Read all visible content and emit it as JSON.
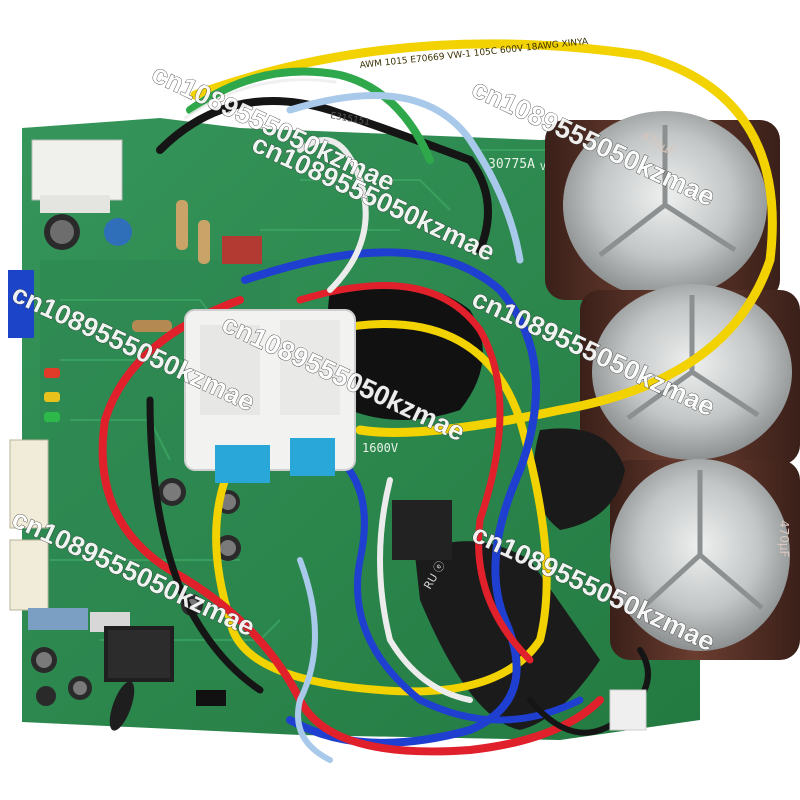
{
  "photo": {
    "subject": "inverter air-conditioner outdoor unit control PCB with capacitors and wiring harness",
    "board_marking": "30775A",
    "board_marking_2": "Vers",
    "voltage_marking": "1600V",
    "wire_printing": "AWM 1015 E70669 VW-1 105C 600V 18AWG XINYA",
    "wire_printing_2": "E315151",
    "cap_marking": "470µF",
    "colors": {
      "pcb": "#2f8a4a",
      "pcb_dark": "#1f6a38",
      "capacitor_sleeve": "#5a3328",
      "capacitor_top": "#bfc2c2",
      "wire_yellow": "#f2d200",
      "wire_red": "#e0202a",
      "wire_blue": "#1f3fd0",
      "wire_black": "#151515",
      "wire_white": "#ececec",
      "wire_lightblue": "#a9c9ea",
      "wire_green": "#2ea84a",
      "connector_white": "#f2f2f0",
      "connector_cyan": "#29a7d8",
      "ferrite": "#1a1a1a",
      "chip_body": "#222222"
    }
  },
  "watermarks": [
    "cn1089555050kzmae",
    "cn1089555050kzmae",
    "cn1089555050kzmae",
    "cn1089555050kzmae",
    "cn1089555050kzmae",
    "cn1089555050kzmae",
    "cn1089555050kzmae",
    "cn1089555050kzmae"
  ]
}
